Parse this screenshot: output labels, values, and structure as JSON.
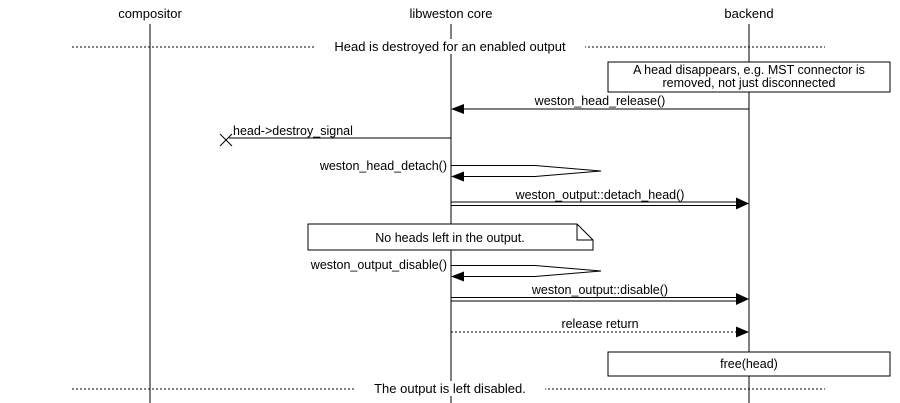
{
  "colors": {
    "ink": "#000000",
    "paper": "#ffffff"
  },
  "lifelines": [
    {
      "label": "compositor"
    },
    {
      "label": "libweston core"
    },
    {
      "label": "backend"
    }
  ],
  "dividers": {
    "top_label": "Head is destroyed for an enabled output",
    "bottom_label": "The output is left disabled."
  },
  "notes": {
    "head_disappears_line1": "A head disappears, e.g. MST connector is",
    "head_disappears_line2": "removed, not just disconnected",
    "no_heads_left": "No heads left in the output.",
    "free_head": "free(head)"
  },
  "messages": {
    "head_release": "weston_head_release()",
    "destroy_signal": "head->destroy_signal",
    "head_detach": "weston_head_detach()",
    "detach_head_call": "weston_output::detach_head()",
    "output_disable": "weston_output_disable()",
    "disable_call": "weston_output::disable()",
    "release_return": "release return"
  }
}
